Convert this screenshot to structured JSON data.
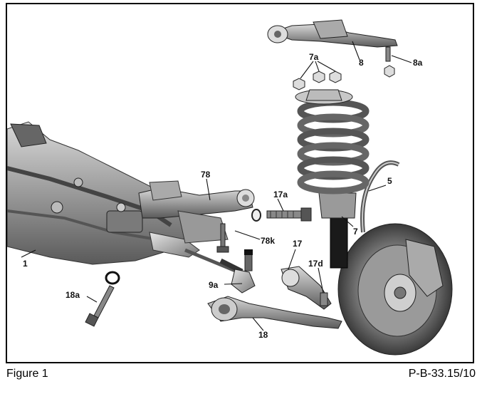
{
  "figure": {
    "caption": "Figure 1",
    "reference": "P-B-33.15/10"
  },
  "callouts": {
    "c1": "1",
    "c5": "5",
    "c7": "7",
    "c7a": "7a",
    "c8": "8",
    "c8a": "8a",
    "c9a": "9a",
    "c17": "17",
    "c17a": "17a",
    "c17d": "17d",
    "c18": "18",
    "c18a": "18a",
    "c78": "78",
    "c78k": "78k"
  }
}
